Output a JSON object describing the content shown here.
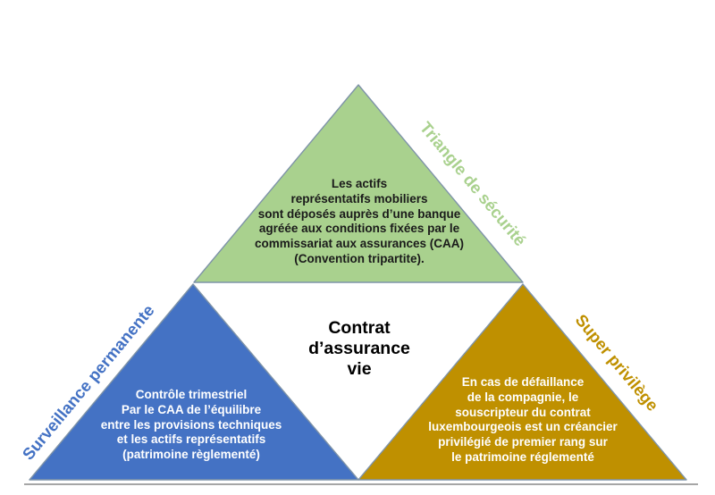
{
  "colors": {
    "green_fill": "#a9d18e",
    "blue_fill": "#4472c4",
    "gold_fill": "#bf9000",
    "outline": "#7e93a8",
    "baseline": "#a6a6a6",
    "dark_text": "#1a1a1a",
    "light_text": "#ffffff"
  },
  "diagram": {
    "top_triangle": {
      "label": "Triangle de sécurité",
      "body": "Les actifs\nreprésentatifs mobiliers\nsont déposés auprès d’une banque\nagréée aux conditions fixées par le\ncommissariat aux assurances (CAA)\n(Convention tripartite)."
    },
    "left_triangle": {
      "label": "Surveillance permanente",
      "body": "Contrôle trimestriel\nPar le CAA de l’équilibre\nentre les provisions techniques\net les actifs représentatifs\n(patrimoine règlementé)"
    },
    "right_triangle": {
      "label": "Super privilège",
      "body": "En cas de défaillance\nde la compagnie, le\nsouscripteur du contrat\nluxembourgeois est un créancier\nprivilégié de premier rang sur\nle patrimoine réglementé"
    },
    "center_triangle": {
      "title": "Contrat\nd’assurance\nvie"
    }
  }
}
